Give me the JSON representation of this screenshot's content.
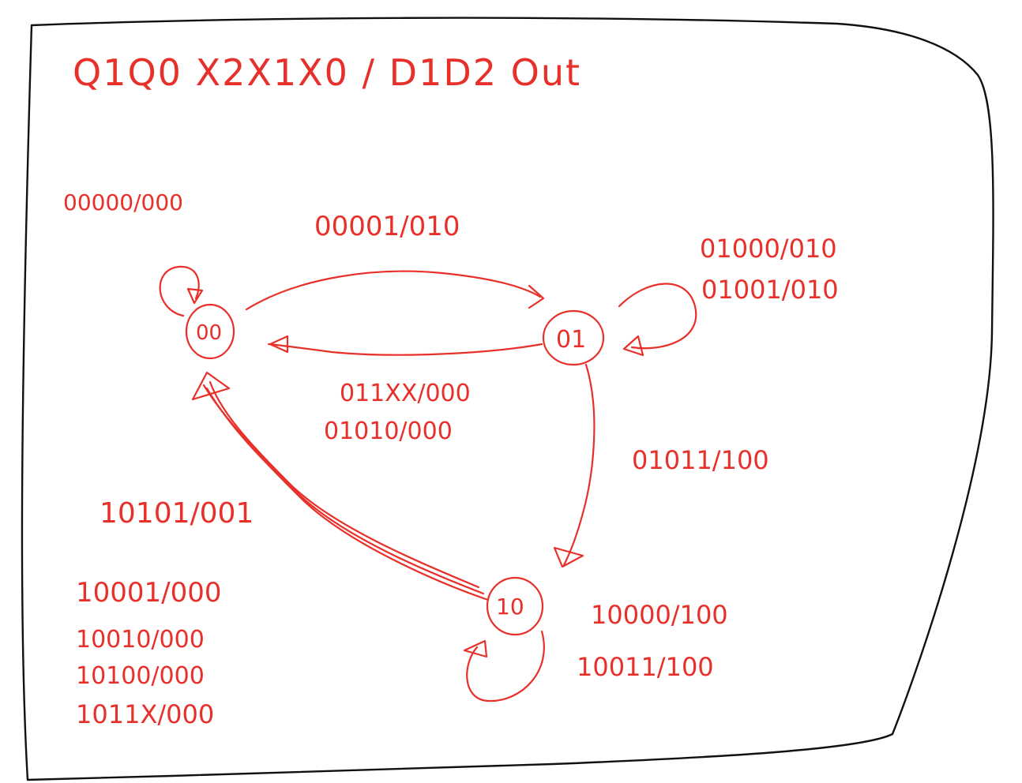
{
  "header": "Q1Q0 X2X1X0 / D1D2 Out",
  "states": [
    {
      "id": "s00",
      "label": "00"
    },
    {
      "id": "s01",
      "label": "01"
    },
    {
      "id": "s10",
      "label": "10"
    }
  ],
  "transitions": {
    "s00_self": [
      "00000/000"
    ],
    "s00_to_s01": [
      "00001/010"
    ],
    "s01_self": [
      "01000/010",
      "01001/010"
    ],
    "s01_to_s00": [
      "011XX/000",
      "01010/000"
    ],
    "s01_to_s10": [
      "01011/100"
    ],
    "s10_to_s00_high": [
      "10101/001"
    ],
    "s10_to_s00_low": [
      "10001/000",
      "10010/000",
      "10100/000",
      "1011X/000"
    ],
    "s10_self": [
      "10000/100",
      "10011/100"
    ]
  },
  "colors": {
    "ink": "#e8302a",
    "frame": "#111111",
    "background": "#ffffff"
  }
}
